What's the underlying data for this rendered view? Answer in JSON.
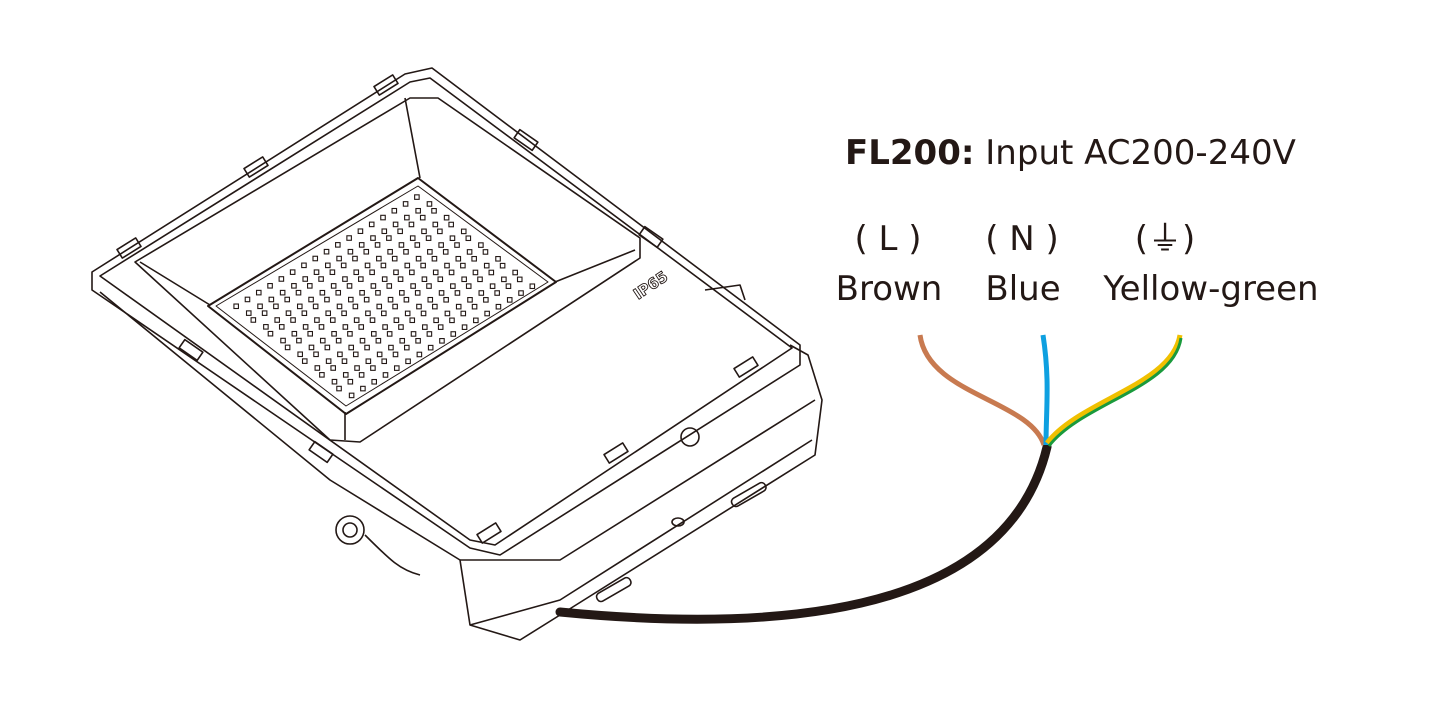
{
  "title": {
    "model": "FL200:",
    "text": "Input AC200-240V"
  },
  "wires": [
    {
      "symbol": "( L )",
      "label": "Brown",
      "color": "#c87a50"
    },
    {
      "symbol": "( N )",
      "label": "Blue",
      "color": "#0ea0e0"
    },
    {
      "symbol": "(⏚)",
      "label": "Yellow-green",
      "color": "#1a9a3c",
      "stripe": "#f0c000"
    }
  ],
  "cable_color": "#231815",
  "product_marking": "IP65"
}
